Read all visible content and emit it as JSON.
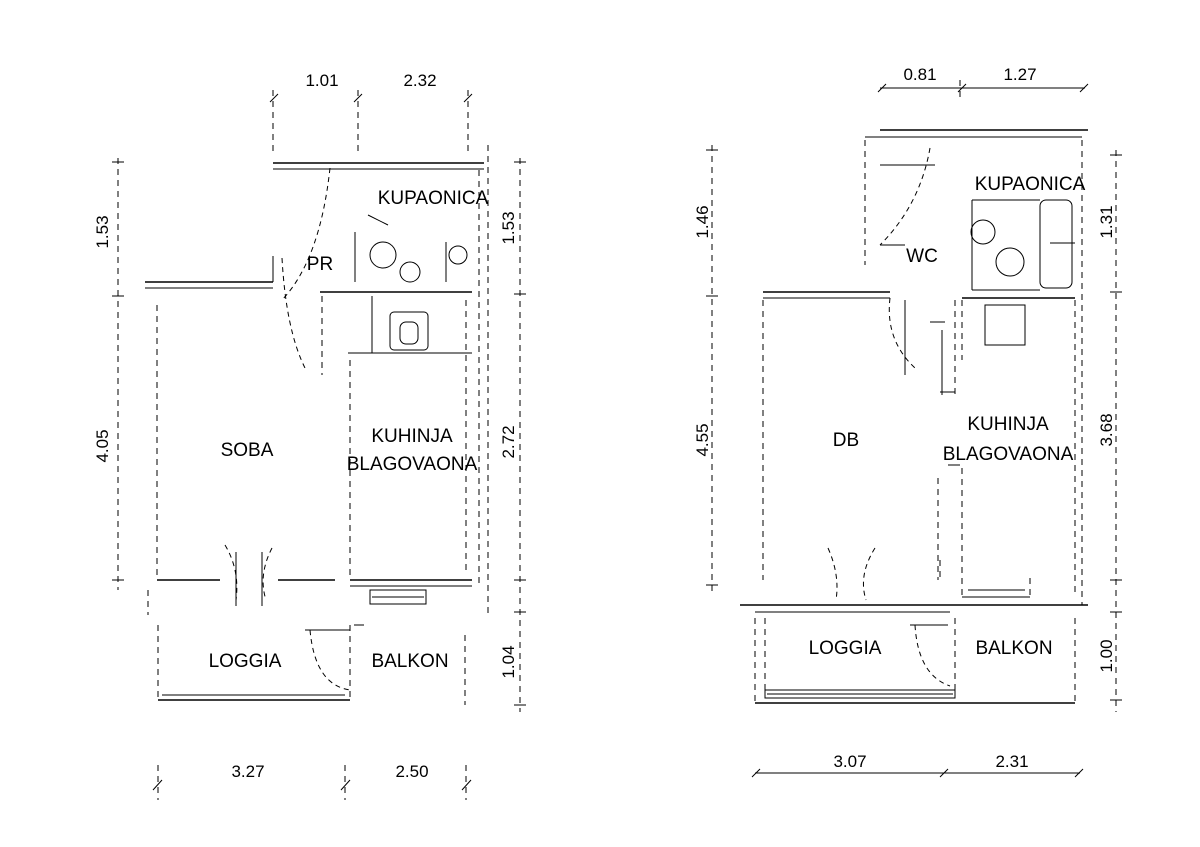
{
  "plan_left": {
    "rooms": {
      "bedroom": "SOBA",
      "bathroom": "KUPAONICA",
      "kitchen_label": "KUHINJA",
      "kitchen_line1": "KUHINJA",
      "kitchen_line2": "BLAGOVAONA",
      "hall": "PR",
      "loggia": "LOGGIA",
      "balcony": "BALKON"
    },
    "dims_top": [
      "1.01",
      "2.32"
    ],
    "dims_bottom": [
      "3.27",
      "2.50"
    ],
    "dims_left": [
      "1.53",
      "4.05"
    ],
    "dims_right": [
      "1.53",
      "2.72",
      "1.04"
    ]
  },
  "plan_right": {
    "rooms": {
      "living": "DB",
      "bathroom": "KUPAONICA",
      "wc": "WC",
      "kitchen_line1": "KUHINJA",
      "kitchen_line2": "BLAGOVAONA",
      "loggia": "LOGGIA",
      "balcony": "BALKON"
    },
    "dims_top": [
      "0.81",
      "1.27"
    ],
    "dims_bottom": [
      "3.07",
      "2.31"
    ],
    "dims_left": [
      "1.46",
      "4.55"
    ],
    "dims_right": [
      "1.31",
      "3.68",
      "1.00"
    ]
  }
}
